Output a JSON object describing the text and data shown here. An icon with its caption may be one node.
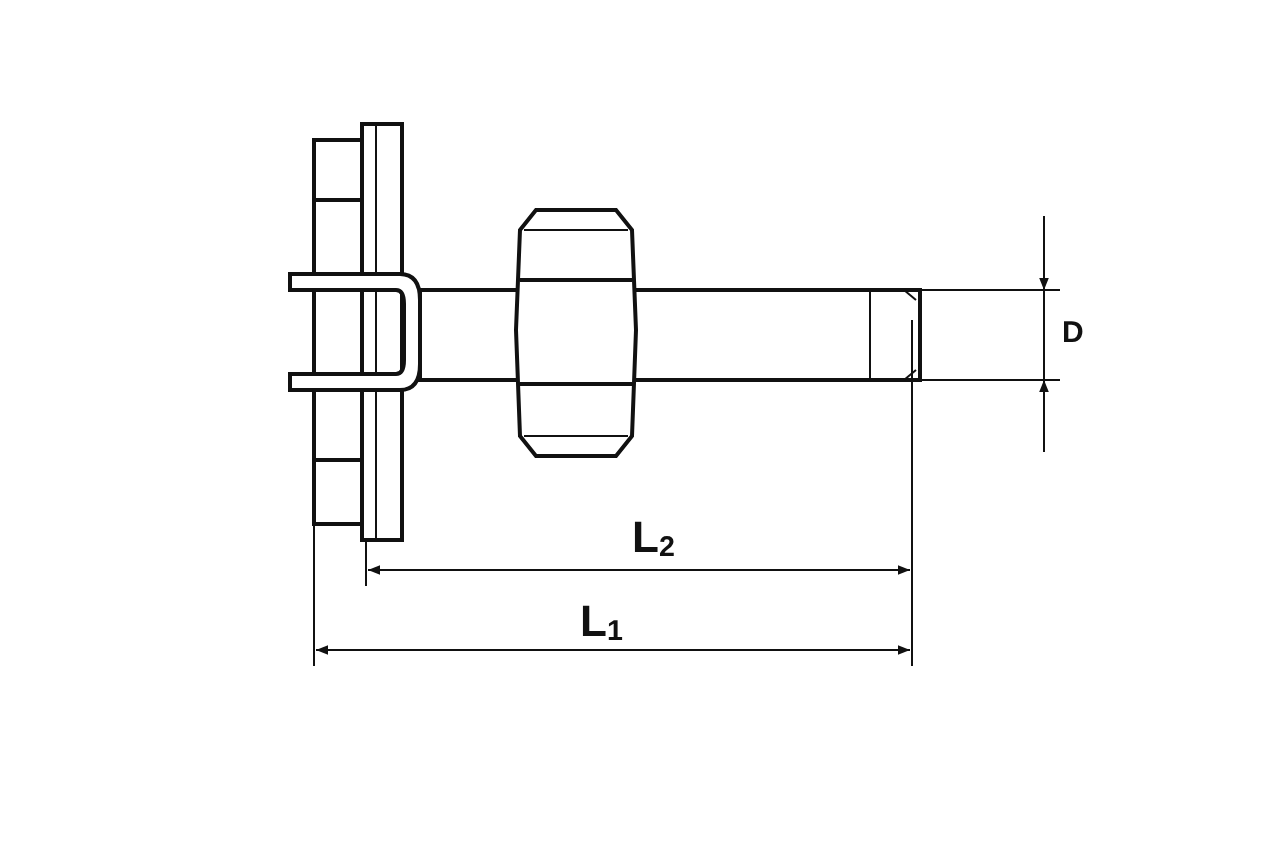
{
  "diagram": {
    "labels": [
      "L$_{2}$",
      "L$_{1}$",
      "D"
    ]
  }
}
